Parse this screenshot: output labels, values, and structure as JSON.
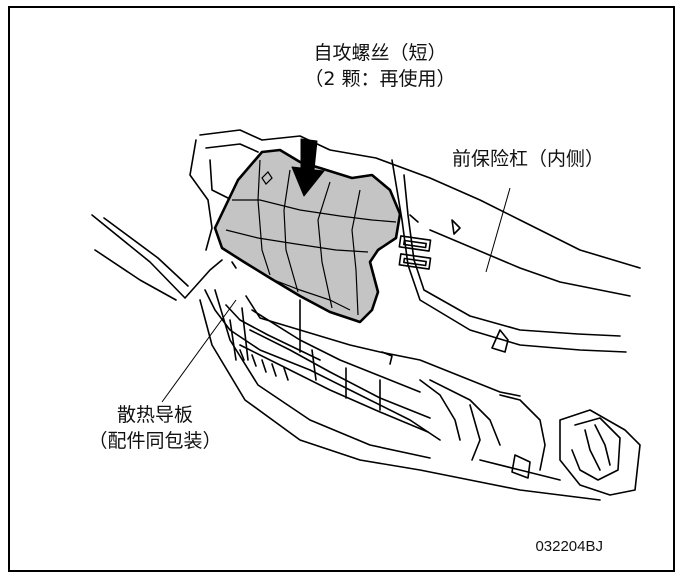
{
  "labels": {
    "screw_line1": "自攻螺丝（短）",
    "screw_line2": "（2 颗：再使用）",
    "bumper": "前保险杠（内侧）",
    "baffle_line1": "散热导板",
    "baffle_line2": "（配件同包装）"
  },
  "figure_code": "032204BJ",
  "colors": {
    "line": "#000000",
    "part_fill": "#c4c4c4",
    "background": "#ffffff"
  }
}
